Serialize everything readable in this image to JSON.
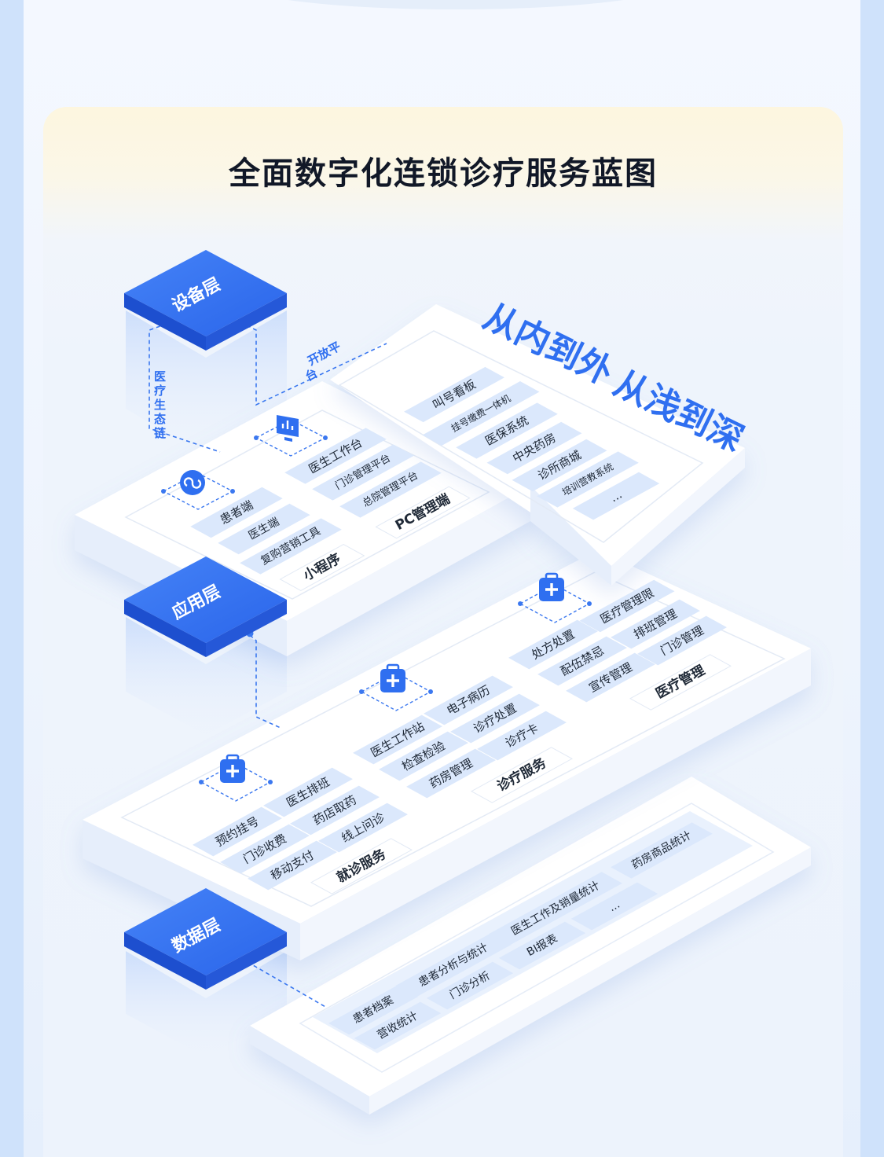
{
  "title": "全面数字化连锁诊疗服务蓝图",
  "slogan": {
    "part1": "从内到外",
    "part2": "从浅到深"
  },
  "labels": {
    "open_platform_line1": "开放平",
    "open_platform_line2": "台",
    "medical_ecosystem": [
      "医",
      "疗",
      "生",
      "态",
      "链"
    ]
  },
  "layers": [
    {
      "id": "device",
      "name": "设备层"
    },
    {
      "id": "application",
      "name": "应用层"
    },
    {
      "id": "data",
      "name": "数据层"
    }
  ],
  "devices": {
    "items": [
      "叫号看板",
      "挂号缴费一体机",
      "医保系统",
      "中央药房",
      "诊所商城",
      "培训营教系统",
      "..."
    ]
  },
  "pc": {
    "title": "PC管理端",
    "items": [
      "医生工作台",
      "门诊管理平台",
      "总院管理平台"
    ]
  },
  "mini": {
    "title": "小程序",
    "items": [
      "患者端",
      "医生端",
      "复购营销工具"
    ]
  },
  "medical_mgmt": {
    "title": "医疗管理",
    "items": [
      "处方处置",
      "医疗管理限",
      "配伍禁忌",
      "排班管理",
      "宣传管理",
      "门诊管理"
    ]
  },
  "clinic_service": {
    "title": "诊疗服务",
    "items": [
      "医生工作站",
      "电子病历",
      "检查检验",
      "诊疗处置",
      "药房管理",
      "诊疗卡"
    ]
  },
  "visit_service": {
    "title": "就诊服务",
    "items": [
      "预约挂号",
      "医生排班",
      "门诊收费",
      "药店取药",
      "移动支付",
      "线上问诊"
    ]
  },
  "data_items": [
    "患者档案",
    "患者分析与统计",
    "医生工作及销量统计",
    "药房商品统计",
    "营收统计",
    "门诊分析",
    "BI报表",
    "..."
  ],
  "colors": {
    "blue": "#2f6ff0",
    "blue_dark": "#1d4fcf",
    "cell": "#dbe8fc",
    "platform": "#ffffff"
  }
}
